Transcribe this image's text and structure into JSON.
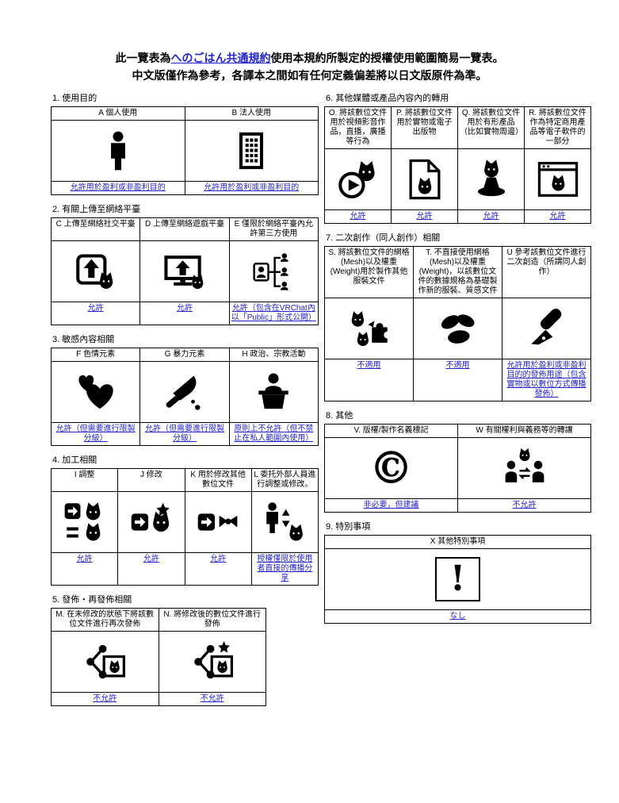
{
  "title": {
    "line1_pre": "此一覽表為",
    "line1_link": "へのごはん共通規約",
    "line1_post": "使用本規約所製定的授權使用範圍簡易一覽表。",
    "line2": "中文版僅作為參考，各譯本之間如有任何定義偏差將以日文版原件為準。"
  },
  "colors": {
    "page_bg": "#ffffff",
    "text": "#000000",
    "border": "#000000",
    "link": "#2424cc",
    "result_text": "#2424cc"
  },
  "sections": [
    {
      "num": "1",
      "title": "1. 使用目的",
      "column": "left",
      "cells": [
        {
          "header": "A 個人使用",
          "icon": "person",
          "result": "允許用於盈利或非盈利目的"
        },
        {
          "header": "B 法人使用",
          "icon": "building",
          "result": "允許用於盈利或非盈利目的"
        }
      ]
    },
    {
      "num": "2",
      "title": "2. 有關上傳至網絡平臺",
      "column": "left",
      "cells": [
        {
          "header": "C 上傳至網絡社交平臺",
          "icon": "upload-box-cat",
          "result": "允許"
        },
        {
          "header": "D 上傳至網絡遊戲平臺",
          "icon": "upload-monitor-cat",
          "result": "允許"
        },
        {
          "header": "E 僅限於網絡平臺內允許第三方使用",
          "icon": "network-share",
          "result": "允許（包含在VRChat內以「Public」形式公開）"
        }
      ]
    },
    {
      "num": "3",
      "title": "3. 敏感內容相關",
      "column": "left",
      "cells": [
        {
          "header": "F 色情元素",
          "icon": "hearts",
          "result": "允許（但需要進行限製分級）"
        },
        {
          "header": "G 暴力元素",
          "icon": "knife",
          "result": "允許（但需要進行限製分級）"
        },
        {
          "header": "H 政治、宗教活動",
          "icon": "podium",
          "result": "原則上不允許（但不禁止在私人範圍內使用）"
        }
      ]
    },
    {
      "num": "4",
      "title": "4. 加工相關",
      "column": "left",
      "cells": [
        {
          "header": "I 調整",
          "icon": "adjust",
          "result": "允許"
        },
        {
          "header": "J 修改",
          "icon": "modify",
          "result": "允許"
        },
        {
          "header": "K 用於修改其他數位文件",
          "icon": "modify-other",
          "result": "允許"
        },
        {
          "header": "L 委托外部人員進行調整或修改。",
          "icon": "outsource",
          "result": "授權僅限於使用者直接的傳播分享"
        }
      ]
    },
    {
      "num": "5",
      "title": "5. 發佈・再發佈相關",
      "column": "left",
      "cells": [
        {
          "header": "M. 在未修改的狀態下將該數位文件進行再次發佈",
          "icon": "share-box-cat",
          "result": "不允許"
        },
        {
          "header": "N. 將修改後的數位文件進行發佈",
          "icon": "share-box-cat-mod",
          "result": "不允許"
        }
      ]
    },
    {
      "num": "6",
      "title": "6. 其他媒體或產品內容內的轉用",
      "column": "right",
      "cells": [
        {
          "header": "O. 將該數位文件用於視頻影音作品，直播，廣播等行為",
          "icon": "video-cat",
          "result": "允許"
        },
        {
          "header": "P. 將該數位文件用於實物或電子出版物",
          "icon": "document-cat",
          "result": "允許"
        },
        {
          "header": "Q. 將該數位文件用於有形產品（比如實物周邊）",
          "icon": "figurine-cat",
          "result": "允許"
        },
        {
          "header": "R. 將該數位文件作為特定商用產品等電子軟件的一部分",
          "icon": "window-cat",
          "result": "允許"
        }
      ]
    },
    {
      "num": "7",
      "title": "7. 二次創作（同人創作）相關",
      "column": "right",
      "cells": [
        {
          "header": "S. 將該數位文件的網格(Mesh)以及權重(Weight)用於製作其他服裝文件",
          "icon": "mesh-cat",
          "result": "不適用"
        },
        {
          "header": "T. 不直接使用網格(Mesh)以及權重(Weight)，以該數位文件的數據規格為基礎製作新的服裝、質感文件",
          "icon": "cloth",
          "result": "不適用"
        },
        {
          "header": "U 參考該數位文件進行二次創造（所謂同人創作）",
          "icon": "pen",
          "result": "允許用於盈利或非盈利目的的發佈用途（包含實物或以數位方式傳播發佈）"
        }
      ]
    },
    {
      "num": "8",
      "title": "8. 其他",
      "column": "right",
      "cells": [
        {
          "header": "V. 版權/製作名義標記",
          "icon": "copyright",
          "glyph": "©",
          "result": "非必要，但建議"
        },
        {
          "header": "W 有關權利與義務等的轉讓",
          "icon": "transfer",
          "result": "不允許"
        }
      ]
    },
    {
      "num": "9",
      "title": "9. 特別事項",
      "column": "right",
      "cells": [
        {
          "header": "X 其他特別事項",
          "icon": "exclamation",
          "glyph": "!",
          "result": "なし"
        }
      ]
    }
  ]
}
